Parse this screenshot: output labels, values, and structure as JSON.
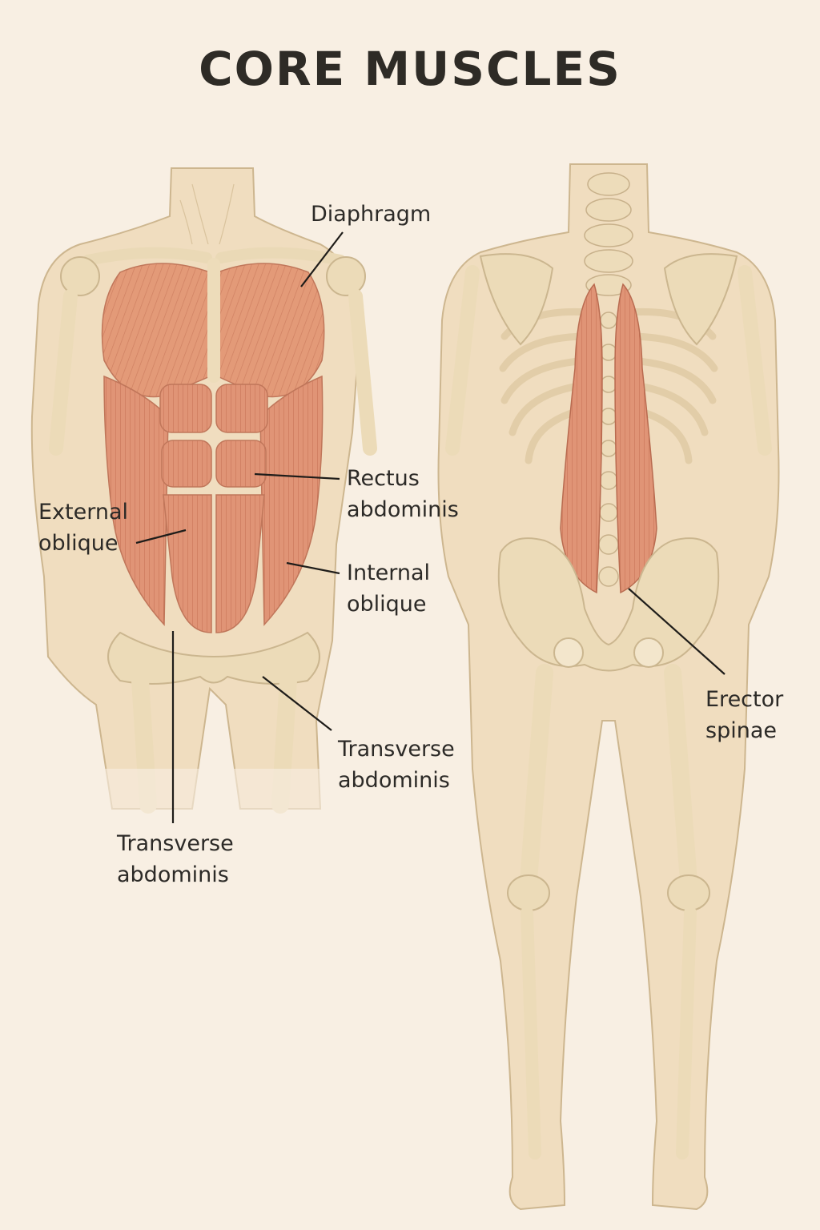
{
  "title": "CORE MUSCLES",
  "labels": {
    "diaphragm": "Diaphragm",
    "rectus_line1": "Rectus",
    "rectus_line2": "abdominis",
    "external_line1": "External",
    "external_line2": "oblique",
    "internal_line1": "Internal",
    "internal_line2": "oblique",
    "transverse_right_line1": "Transverse",
    "transverse_right_line2": "abdominis",
    "transverse_left_line1": "Transverse",
    "transverse_left_line2": "abdominis",
    "erector_line1": "Erector",
    "erector_line2": "spinae"
  },
  "colors": {
    "background": "#f8efe3",
    "skin": "#efdcbd",
    "bone": "#ead9b6",
    "outline": "#cbb68f",
    "muscle": "#e39a78",
    "muscle_dark": "#c9765a",
    "text": "#2c2a27"
  }
}
